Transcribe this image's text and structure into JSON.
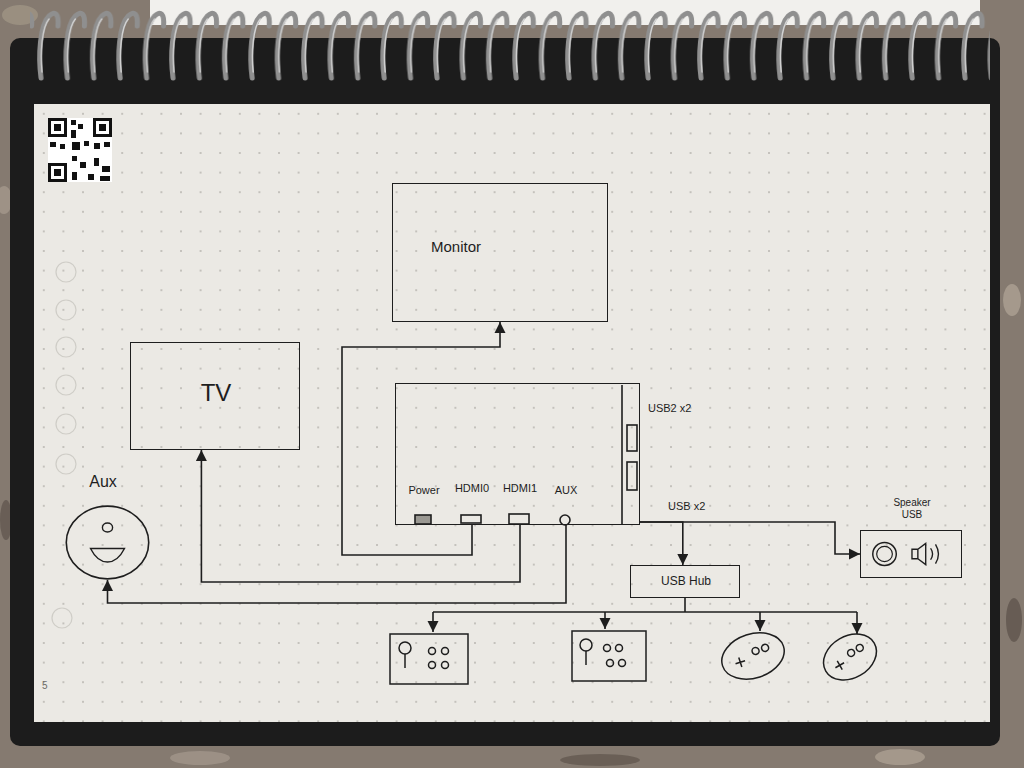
{
  "diagram": {
    "nodes": [
      {
        "text": [
          "Monitor"
        ]
      },
      {
        "text": [
          "TV"
        ]
      },
      {
        "text": [
          "Power",
          "HDMI0",
          "HDMI1",
          "AUX"
        ]
      },
      {
        "text": [
          "Aux"
        ]
      },
      {
        "text": [
          "USB Hub"
        ]
      },
      {
        "text": [
          "Speaker USB"
        ]
      }
    ],
    "edges": [
      {
        "from": 2,
        "to": 0,
        "arrow": "to"
      },
      {
        "from": 2,
        "to": 1,
        "arrow": "to"
      },
      {
        "from": 2,
        "to": 3,
        "arrow": "to"
      },
      {
        "from": 2,
        "to": 4,
        "arrow": "to"
      },
      {
        "from": 2,
        "to": 5,
        "arrow": "to"
      }
    ],
    "labels": [
      "USB2 x2",
      "USB x2",
      "5"
    ]
  }
}
